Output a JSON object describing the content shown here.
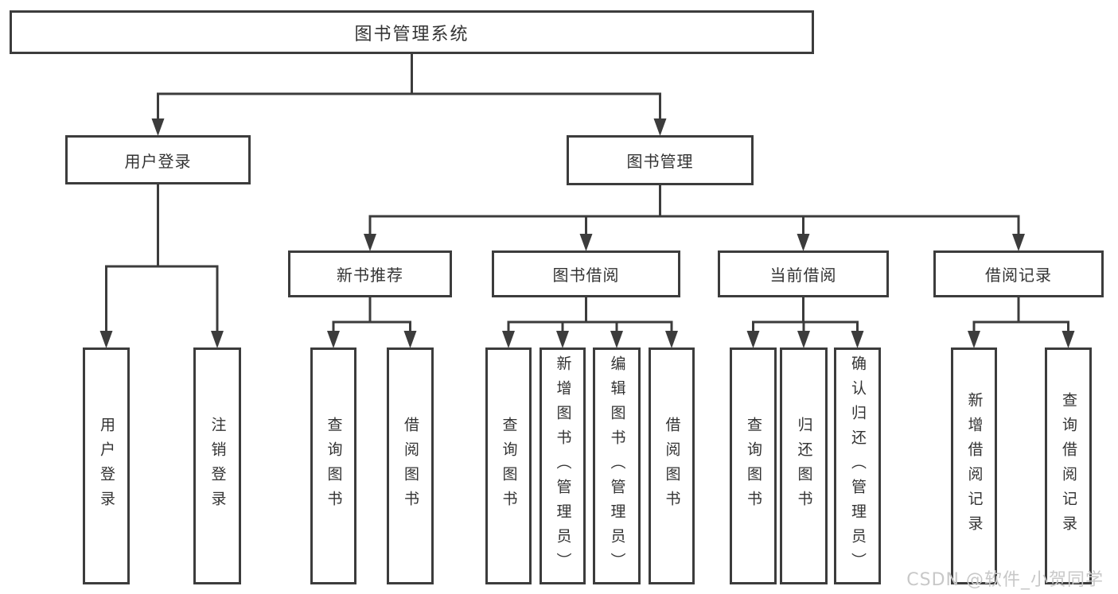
{
  "diagram": {
    "title": "图书管理系统",
    "nodes": [
      {
        "id": "root",
        "label": "图书管理系统",
        "level": 1
      },
      {
        "id": "user-login",
        "label": "用户登录",
        "level": 2
      },
      {
        "id": "book-mgmt",
        "label": "图书管理",
        "level": 2
      },
      {
        "id": "new-book",
        "label": "新书推荐",
        "level": 3
      },
      {
        "id": "book-borrow",
        "label": "图书借阅",
        "level": 3
      },
      {
        "id": "current-borrow",
        "label": "当前借阅",
        "level": 3
      },
      {
        "id": "borrow-record",
        "label": "借阅记录",
        "level": 3
      },
      {
        "id": "leaf-user-login",
        "label": "用户登录",
        "level": 4
      },
      {
        "id": "leaf-logout",
        "label": "注销登录",
        "level": 4
      },
      {
        "id": "leaf-nb-query",
        "label": "查询图书",
        "level": 4
      },
      {
        "id": "leaf-nb-borrow",
        "label": "借阅图书",
        "level": 4
      },
      {
        "id": "leaf-bb-query",
        "label": "查询图书",
        "level": 4
      },
      {
        "id": "leaf-bb-add",
        "label": "新增图书（管理员）",
        "level": 4
      },
      {
        "id": "leaf-bb-edit",
        "label": "编辑图书（管理员）",
        "level": 4
      },
      {
        "id": "leaf-bb-borrow",
        "label": "借阅图书",
        "level": 4
      },
      {
        "id": "leaf-cb-query",
        "label": "查询图书",
        "level": 4
      },
      {
        "id": "leaf-cb-return",
        "label": "归还图书",
        "level": 4
      },
      {
        "id": "leaf-cb-confirm",
        "label": "确认归还（管理员）",
        "level": 4
      },
      {
        "id": "leaf-br-add",
        "label": "新增借阅记录",
        "level": 4
      },
      {
        "id": "leaf-br-query",
        "label": "查询借阅记录",
        "level": 4
      }
    ],
    "edges": [
      {
        "from": "root",
        "to": [
          "user-login",
          "book-mgmt"
        ]
      },
      {
        "from": "user-login",
        "to": [
          "leaf-user-login",
          "leaf-logout"
        ]
      },
      {
        "from": "book-mgmt",
        "to": [
          "new-book",
          "book-borrow",
          "current-borrow",
          "borrow-record"
        ]
      },
      {
        "from": "new-book",
        "to": [
          "leaf-nb-query",
          "leaf-nb-borrow"
        ]
      },
      {
        "from": "book-borrow",
        "to": [
          "leaf-bb-query",
          "leaf-bb-add",
          "leaf-bb-edit",
          "leaf-bb-borrow"
        ]
      },
      {
        "from": "current-borrow",
        "to": [
          "leaf-cb-query",
          "leaf-cb-return",
          "leaf-cb-confirm"
        ]
      },
      {
        "from": "borrow-record",
        "to": [
          "leaf-br-add",
          "leaf-br-query"
        ]
      }
    ]
  },
  "watermark": {
    "text": "CSDN @软件_小贺同学"
  },
  "colors": {
    "line": "#3c3c3c",
    "text": "#333333",
    "background": "#ffffff",
    "watermark": "#c8c8c8"
  }
}
